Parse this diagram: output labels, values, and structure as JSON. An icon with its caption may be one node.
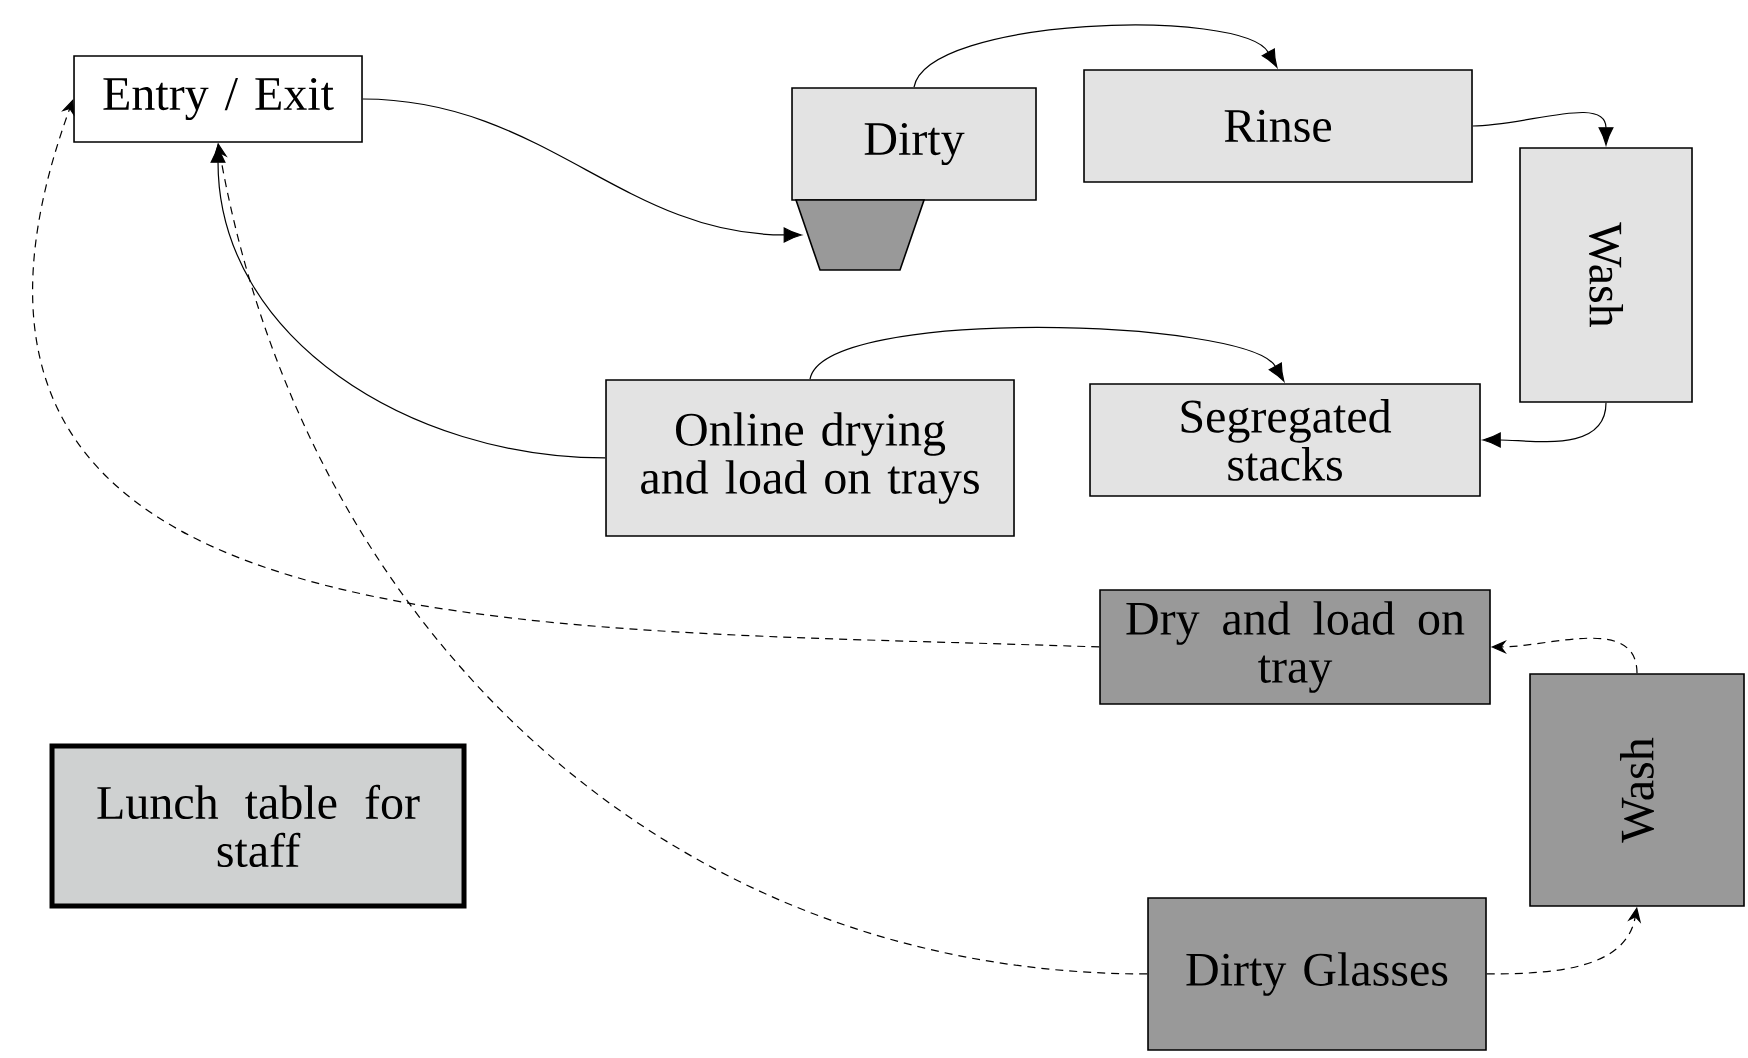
{
  "diagram": {
    "nodes": [
      {
        "text": [
          "Entry / Exit"
        ]
      },
      {
        "text": [
          "Dirty"
        ]
      },
      {
        "text": [],
        "shape": "trapezoid"
      },
      {
        "text": [
          "Rinse"
        ]
      },
      {
        "text": [
          "Wash"
        ]
      },
      {
        "text": [
          "Segregated stacks"
        ]
      },
      {
        "text": [
          "Online drying and load on trays"
        ]
      },
      {
        "text": [
          "Dry and load on tray"
        ]
      },
      {
        "text": [
          "Wash"
        ]
      },
      {
        "text": [
          "Lunch table for staff"
        ]
      },
      {
        "text": [
          "Dirty Glasses"
        ]
      }
    ],
    "edges": [
      {
        "from": 0,
        "to": 2,
        "arrow": "to"
      },
      {
        "from": 1,
        "to": 3,
        "arrow": "to"
      },
      {
        "from": 3,
        "to": 4,
        "arrow": "to"
      },
      {
        "from": 4,
        "to": 5,
        "arrow": "to"
      },
      {
        "from": 6,
        "to": 5,
        "arrow": "to"
      },
      {
        "from": 6,
        "to": 0,
        "arrow": "to"
      },
      {
        "from": 7,
        "to": 0,
        "arrow": "to",
        "style": "dashed"
      },
      {
        "from": 10,
        "to": 0,
        "arrow": "to",
        "style": "dashed"
      },
      {
        "from": 10,
        "to": 8,
        "arrow": "to",
        "style": "dashed"
      },
      {
        "from": 8,
        "to": 7,
        "arrow": "to",
        "style": "dashed"
      }
    ]
  }
}
